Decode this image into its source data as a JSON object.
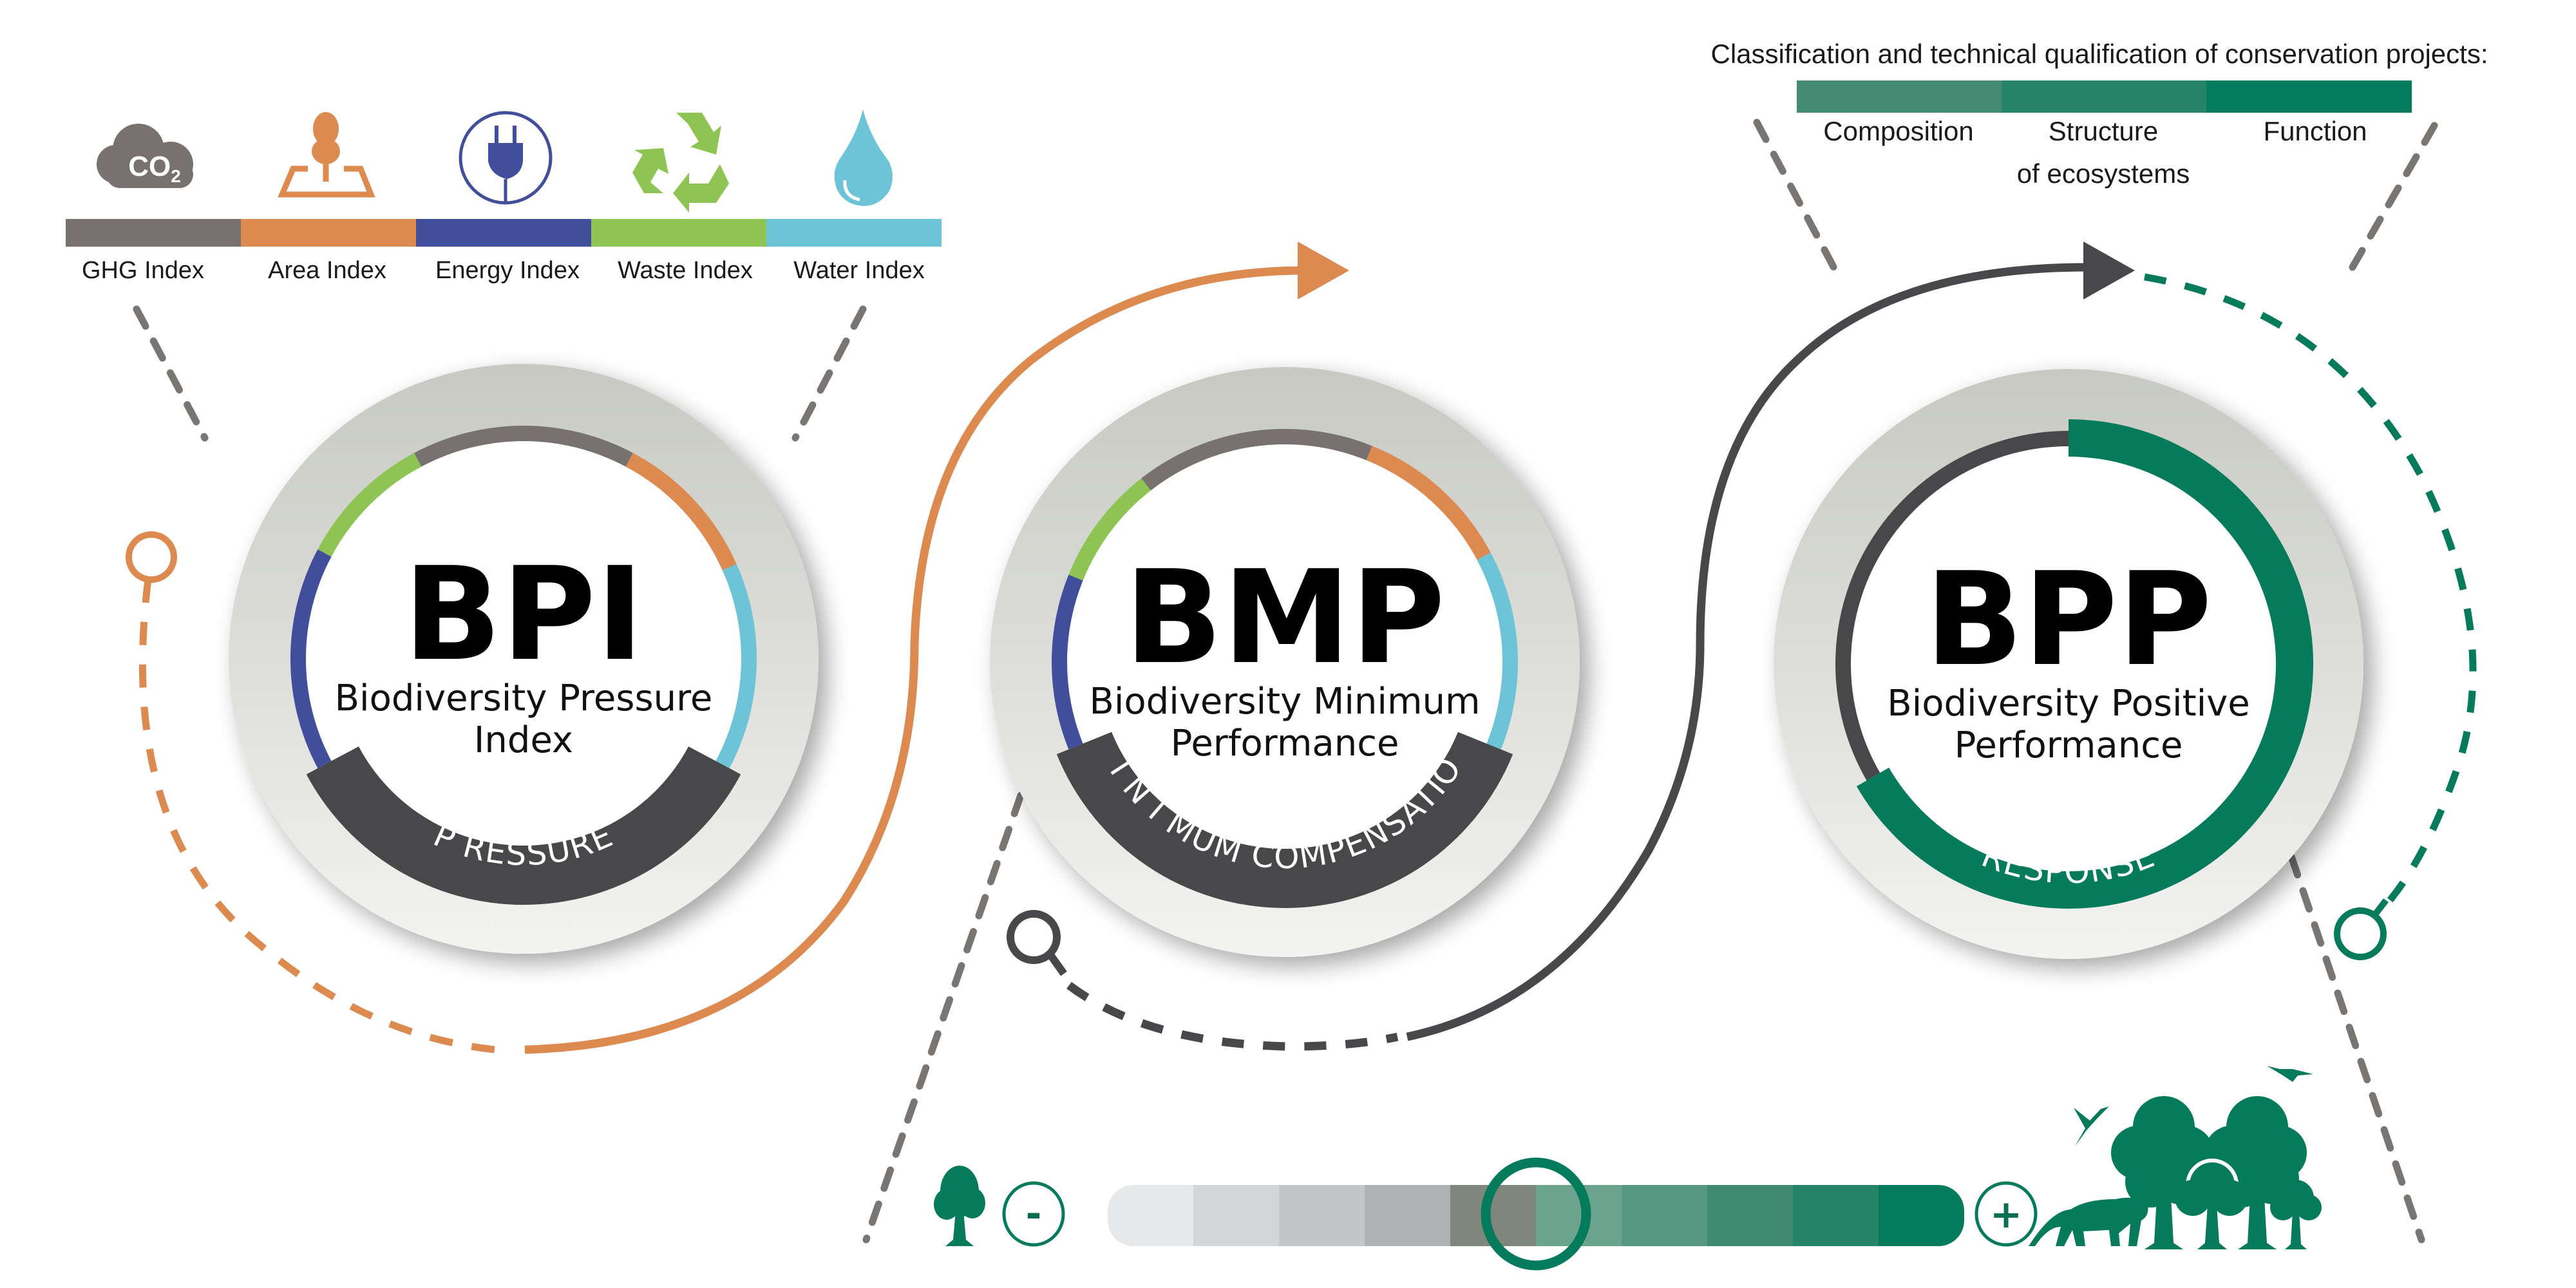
{
  "legend": {
    "items": [
      {
        "label": "GHG Index",
        "icon": "co2-cloud-icon",
        "icon_text": "CO2",
        "color": "#777270"
      },
      {
        "label": "Area Index",
        "icon": "land-area-tree-icon",
        "color": "#dc8a4f"
      },
      {
        "label": "Energy Index",
        "icon": "power-plug-icon",
        "color": "#404e9c"
      },
      {
        "label": "Waste Index",
        "icon": "recycle-icon",
        "color": "#8ec453"
      },
      {
        "label": "Water Index",
        "icon": "water-drop-icon",
        "color": "#6ec4d7"
      }
    ]
  },
  "classification": {
    "title": "Classification and technical qualification of conservation projects:",
    "items": [
      {
        "label": "Composition",
        "color": "#448b74"
      },
      {
        "label": "Structure",
        "sublabel": "of ecosystems",
        "color": "#288469"
      },
      {
        "label": "Function",
        "color": "#057b5e"
      }
    ]
  },
  "indices": [
    {
      "acronym": "BPI",
      "name_line1": "Biodiversity Pressure",
      "name_line2": "Index",
      "ring_label": "P RESSURE",
      "ring_label_color": "#48484a",
      "segments": [
        "#777270",
        "#dc8a4f",
        "#6ec4d7",
        "#48484a",
        "#404e9c",
        "#8ec453"
      ]
    },
    {
      "acronym": "BMP",
      "name_line1": "Biodiversity Minimum",
      "name_line2": "Performance",
      "ring_label": "M I N I MUM COMPENSATIO N",
      "ring_label_color": "#48484a",
      "segments": [
        "#777270",
        "#dc8a4f",
        "#6ec4d7",
        "#48484a",
        "#404e9c",
        "#8ec453"
      ]
    },
    {
      "acronym": "BPP",
      "name_line1": "Biodiversity Positive",
      "name_line2": "Performance",
      "ring_label": "RESPONSE",
      "ring_label_color": "#067b5c",
      "segments": [
        "#067b5c",
        "#48484a"
      ]
    }
  ],
  "flow": {
    "arrow1_color": "#dc8a4f",
    "arrow2_color": "#48484a",
    "arrow3_color": "#067b5c",
    "marker_icons": [
      "orange-ring-marker-icon",
      "magnifier-marker-icon",
      "green-ring-marker-icon"
    ]
  },
  "scale": {
    "minus_label": "-",
    "plus_label": "+",
    "level_fraction": 0.5,
    "segment_colors": [
      "#e6e8e9",
      "#d3d5d6",
      "#c3c5c6",
      "#aeb0b2",
      "#7f877c",
      "#6aa48f",
      "#579882",
      "#418b73",
      "#268468",
      "#047b5c"
    ],
    "left_icon": "single-tree-icon",
    "right_icon": "forest-wildlife-icon",
    "accent": "#047b5c"
  }
}
